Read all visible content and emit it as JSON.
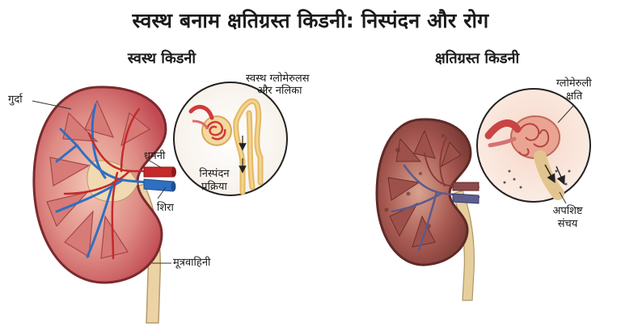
{
  "title": "स्वस्थ बनाम क्षतिग्रस्त किडनी: निस्पंदन और रोग",
  "healthy": {
    "heading": "स्वस्थ किडनी",
    "labels": {
      "kidney": "गुर्दा",
      "glomerulus_line1": "स्वस्थ ग्लोमेरुलस",
      "glomerulus_line2": "और नलिका",
      "filtration_line1": "निस्पंदन",
      "filtration_line2": "प्रक्रिया",
      "artery": "धमनी",
      "vein": "शिरा",
      "ureter": "मूत्रवाहिनी"
    }
  },
  "damaged": {
    "heading": "क्षतिग्रस्त किडनी",
    "labels": {
      "glomerular_line1": "ग्लोमेरुली",
      "glomerular_line2": "क्षति",
      "waste_line1": "अपशिष्ट",
      "waste_line2": "संचय"
    }
  },
  "colors": {
    "cortex": "#c9545a",
    "outline": "#7a2a2e",
    "pyramid": "#d77a76",
    "artery": "#c42a2a",
    "vein": "#2f6fc0",
    "ureter": "#ecd3a5",
    "tubule": "#f0c77a",
    "damaged_cortex": "#8e4a45"
  }
}
